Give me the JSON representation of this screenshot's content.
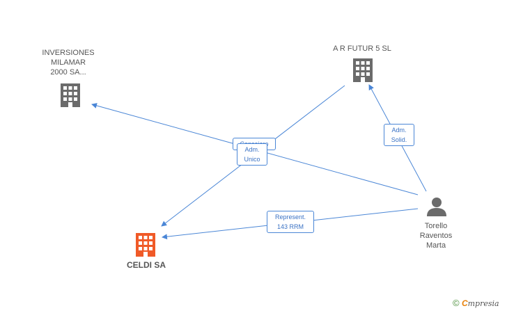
{
  "nodes": {
    "inversiones": {
      "label_lines": [
        "INVERSIONES",
        "MILAMAR",
        "2000 SA..."
      ],
      "icon": "building-icon",
      "color": "#6b6b6b"
    },
    "arfutur": {
      "label": "A R FUTUR 5 SL",
      "icon": "building-icon",
      "color": "#6b6b6b"
    },
    "celdi": {
      "label": "CELDI SA",
      "icon": "building-icon",
      "color": "#f05a28"
    },
    "torello": {
      "label_lines": [
        "Torello",
        "Raventos",
        "Marta"
      ],
      "icon": "person-icon",
      "color": "#6b6b6b"
    }
  },
  "edges": {
    "consejero": {
      "line1": "Consejero",
      "line2": ""
    },
    "adm_unico": {
      "line1": "Adm.",
      "line2": "Unico"
    },
    "adm_solid": {
      "line1": "Adm.",
      "line2": "Solid."
    },
    "represent": {
      "line1": "Represent.",
      "line2": "143 RRM"
    }
  },
  "colors": {
    "edge": "#4a86d6",
    "edge_label_text": "#3a72c4"
  },
  "footer": {
    "copyright": "©",
    "brand_first": "C",
    "brand_rest": "mpresia"
  }
}
